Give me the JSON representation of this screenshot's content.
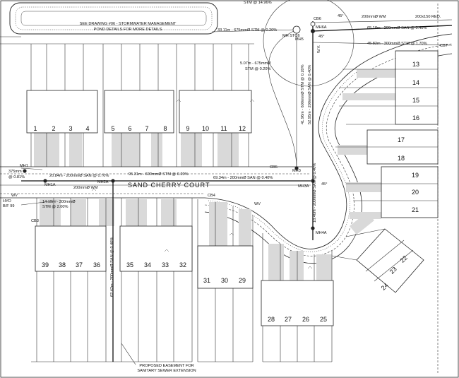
{
  "notes": {
    "pond_line1": "SEE DRAWING #06 - STORMWATER MANAGEMENT",
    "pond_line2": "POND DETAILS FOR MORE DETAILS",
    "easement_line1": "PROPOSED EASEMENT FOR",
    "easement_line2": "SANITARY SEWER EXTENSION",
    "top_label": "STM @ 14.96%"
  },
  "street": {
    "name": "SAND CHERRY COURT"
  },
  "manholes": [
    "MH1",
    "MH1A",
    "MH2A",
    "MH3",
    "MH3A",
    "MH4A",
    "MH5",
    "MH6A",
    "CB5",
    "CB6",
    "CB7",
    "CB3",
    "CB4",
    "MH STC6"
  ],
  "pipe_labels": {
    "p1": "33.11m - 675mmØ STM @ 0.20%",
    "p2": "200mmØ WM",
    "p3": "200x150 RED.",
    "p4": "65.18m - 200mmØ SAN @ 0.40%",
    "p5": "45.82m - 300mmØ STM @ 1.70%",
    "p6a": "5.07m - 675mmØ",
    "p6b": "STM @ 0.20%",
    "p7": "41.96m - 600mmØ STM @ 0.20%",
    "p8": "52.95m - 200mmØ SAN @ 0.40%",
    "p9": "20.84m - 200mmØ SAN @ 0.70%",
    "p10": "200mmØ WM",
    "p11": "95.31m - 600mmØ STM @ 0.20%",
    "p12": "69.34m - 200mmØ SAN @ 0.40%",
    "p13a": "14.19m - 300mmØ",
    "p13b": "STM @ 2.00%",
    "p14": "62.42m - 200mmØ SAN @ 0.40%",
    "p15": "18.40m - 200mmØ SAN @ 0.40%",
    "p16a": "375mm",
    "p16b": "@ 0.81%",
    "p17": "WV",
    "p18": "WV",
    "p19": "HYD",
    "p20": "B/F 99",
    "p21": "45°",
    "p22": "45°",
    "p23": "45°",
    "p24": "W.V."
  },
  "lots_top": [
    "1",
    "2",
    "3",
    "4",
    "5",
    "6",
    "7",
    "8",
    "9",
    "10",
    "11",
    "12"
  ],
  "lots_right": [
    "13",
    "14",
    "15",
    "16",
    "17",
    "18",
    "19",
    "20",
    "21"
  ],
  "lots_bottom_left": [
    "39",
    "38",
    "37",
    "36",
    "35",
    "34",
    "33",
    "32"
  ],
  "lots_bottom_mid": [
    "31",
    "30",
    "29"
  ],
  "lots_bottom_right": [
    "28",
    "27",
    "26",
    "25"
  ],
  "lots_diag": [
    "22",
    "23",
    "24"
  ]
}
